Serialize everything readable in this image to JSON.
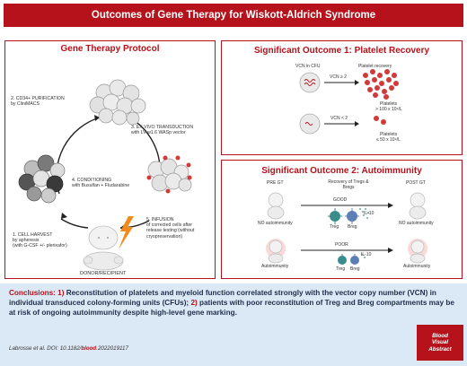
{
  "title": "Outcomes of Gene Therapy for Wiskott-Aldrich Syndrome",
  "protocol": {
    "title": "Gene Therapy Protocol",
    "step1_title": "1. CELL HARVEST",
    "step1_text": "by apheresis",
    "step1_text2": "(with G-CSF +/- plerixafor)",
    "step2_title": "2. CD34+ PURIFICATION",
    "step2_text": "by CliniMACS",
    "step3_title": "3. EX VIVO TRANSDUCTION",
    "step3_text": "with LV-w1.6 WASp vector",
    "step4_title": "4. CONDITIONING",
    "step4_text": "with Busulfan + Fludarabine",
    "step5_title": "5. INFUSION",
    "step5_text1": "of corrected cells after",
    "step5_text2": "release testing (without",
    "step5_text3": "cryopreservation)",
    "donor_label": "DONOR/RECIPIENT"
  },
  "platelet": {
    "title": "Significant Outcome 1: Platelet Recovery",
    "vcn_header": "VCN in CFU",
    "recovery_header": "Platelet recovery",
    "high_condition": "VCN ≥ 2",
    "high_result1": "Platelets",
    "high_result2": "> 100 x 10⁹/L",
    "low_condition": "VCN < 2",
    "low_result1": "Platelets",
    "low_result2": "≤ 50 x 10⁹/L"
  },
  "autoimmunity": {
    "title": "Significant Outcome 2: Autoimmunity",
    "pre_gt": "PRE GT",
    "recovery_header1": "Recovery of Tregs &",
    "recovery_header2": "Bregs",
    "post_gt": "POST GT",
    "good_label": "GOOD",
    "poor_label": "POOR",
    "il10": "IL-10",
    "treg": "Treg",
    "breg": "Breg",
    "no_autoimmunity_pre": "NO autoimmunity",
    "no_autoimmunity_post": "NO autoimmunity",
    "autoimmunity_pre": "Autoimmunity",
    "autoimmunity_post": "Autoimmunity"
  },
  "conclusions": {
    "lead": "Conclusions:",
    "n1": "1)",
    "text1": "Reconstitution of platelets and myeloid function correlated strongly with the vector copy number (VCN) in individual transduced colony-forming units (CFUs);",
    "n2": "2)",
    "text2": "patients with poor reconstitution of Treg and Breg compartments may be at risk of ongoing autoimmunity despite high-level gene marking."
  },
  "citation": {
    "prefix": "Labrosse et al. DOI: 10.1182/",
    "journal": "blood",
    "suffix": ".2022019117"
  },
  "badge": {
    "line1": "Blood",
    "line2": "Visual",
    "line3": "Abstract"
  },
  "colors": {
    "brand_red": "#b5121b",
    "conclusion_bg": "#dbe8f5",
    "treg_teal": "#3a8d8c",
    "breg_blue": "#5b7fb5",
    "platelet_red": "#d23a3a"
  }
}
